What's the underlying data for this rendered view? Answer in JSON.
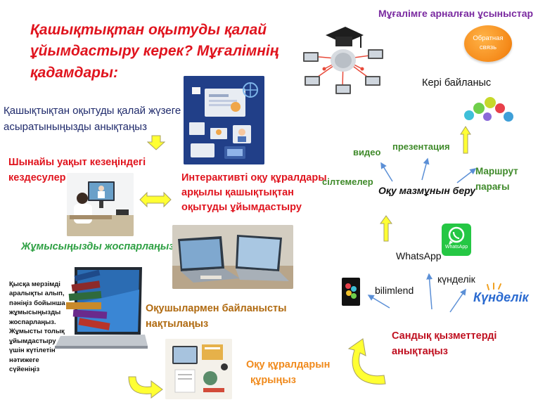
{
  "title": {
    "line1": "Қашықтықтан оқытуды қалай",
    "line2": "ұйымдастыру керек? Мұғалімнің",
    "line3": "қадамдары:"
  },
  "intro": {
    "line1": "Қашықтықтан оқытуды қалай жүзеге",
    "line2": "асыратыныңызды анықтаңыз"
  },
  "realtime": {
    "line1": "Шынайы уақыт кезеңіндегі",
    "line2": "кездесулер"
  },
  "interactive": {
    "line1": "Интерактивті оқу құралдары",
    "line2": "арқылы қашықтықтан",
    "line3": "оқытуды ұйымдастыру"
  },
  "plan": "Жұмысыңызды жоспарлаңыз",
  "side_note": {
    "l1": "Қысқа мерзімді",
    "l2": "аралықты алып,",
    "l3": "пәніңіз бойынша",
    "l4": "жұмысыңызды",
    "l5": "жоспарлаңыз.",
    "l6": "Жұмысты толық",
    "l7": "ұйымдастыру",
    "l8": "үшін күтілетін",
    "l9": "нәтижеге",
    "l10": "сүйеніңіз"
  },
  "students": {
    "line1": "Оқушылармен байланысты",
    "line2": "нақтылаңыз"
  },
  "tools": {
    "line1": "Оқу құралдарын",
    "line2": "құрыңыз"
  },
  "recommend_title": "Мұғалімге арналған ұсыныстар",
  "feedback_badge": {
    "line1": "Обратная",
    "line2": "связь"
  },
  "feedback": "Кері байланыс",
  "content": {
    "center": "Оқу мазмұнын беру",
    "video": "видео",
    "presentation": "презентация",
    "links": "сілтемелер",
    "route_line1": "Маршрут",
    "route_line2": "парағы"
  },
  "digital": {
    "whatsapp": "WhatsApp",
    "whatsapp_logo": "WhatsApp",
    "kundelik": "күнделік",
    "kundelik_logo": "Күнделік",
    "bilimlend": "bilimlend",
    "services_line1": "Сандық қызметтерді",
    "services_line2": "анықтаңыз"
  },
  "colors": {
    "red": "#e0141e",
    "green": "#3f8a2a",
    "orange": "#f08a1c",
    "navy": "#1f2a6b",
    "arrow_yellow": "#ffff33",
    "arrow_blue": "#5b8fd6"
  }
}
